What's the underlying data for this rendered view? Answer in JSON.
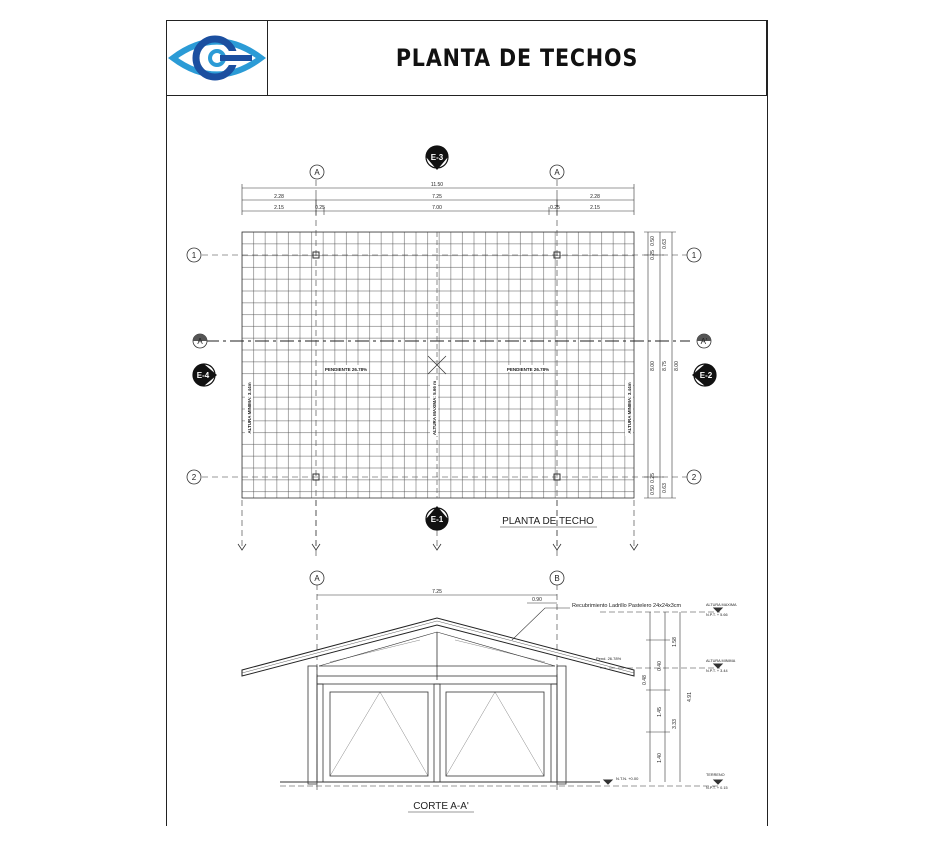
{
  "sheet": {
    "title": "PLANTA DE TECHOS"
  },
  "plan": {
    "caption": "PLANTA DE TECHO",
    "elevations": {
      "top": "E-3",
      "bottom": "E-1",
      "left": "E-4",
      "right": "E-2"
    },
    "section_marks": {
      "left": "A",
      "right": "A'"
    },
    "grid_cols": [
      "A",
      "A"
    ],
    "grid_rows": [
      "1",
      "2"
    ],
    "dims_top": {
      "total": "11.50",
      "left": "2.28",
      "mid": "7.25",
      "right": "2.28",
      "sub_left": "2.15",
      "sub_left_col": "0.25",
      "sub_mid": "7.00",
      "sub_right_col": "0.25",
      "sub_right": "2.15"
    },
    "dims_right": {
      "a1": "0.50",
      "a2": "0.25",
      "b1": "0.63",
      "mid": "8.00",
      "mid2": "8.75",
      "total": "8.00",
      "c1": "0.25",
      "c2": "0.50",
      "c3": "0.63"
    },
    "slope_left": "PENDIENTE 26.78%",
    "slope_right": "PENDIENTE 26.78%",
    "height_left": "ALTURA MINIMA: 3.44m",
    "height_center": "ALTURA MAXIMA: 5.66 m",
    "height_right": "ALTURA MINIMA: 3.44m"
  },
  "section": {
    "caption": "CORTE A-A'",
    "grid_cols": [
      "A",
      "B"
    ],
    "dim_total": "7.25",
    "dim_right": "0.90",
    "roof_note": "Recubrimiento Ladrillo Pastelero 24x24x3cm",
    "slope_note": "Pend. 26.78%",
    "levels": [
      {
        "label": "ALTURA MAXIMA",
        "value": "N.P.T. + 5.66"
      },
      {
        "label": "ALTURA MINIMA",
        "value": "N.P.T. + 3.44"
      },
      {
        "label": "TERRENO",
        "value": "N.P.T. + 0.15"
      }
    ],
    "vert_dims": [
      "1.58",
      "0.40",
      "0.48",
      "1.45",
      "1.40",
      "3.33",
      "4.91"
    ],
    "floor_label": "N.T.N. +0.00"
  }
}
